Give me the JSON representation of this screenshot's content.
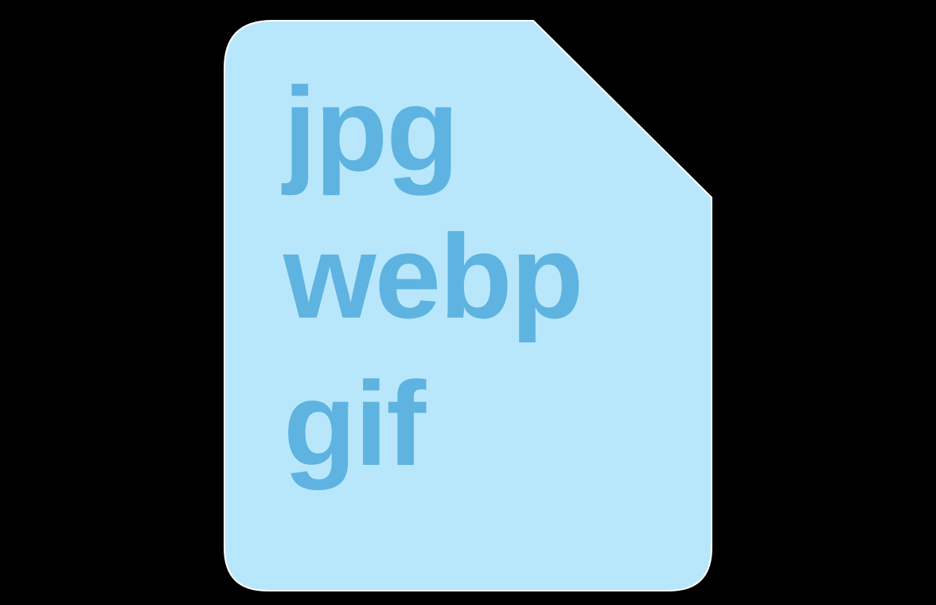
{
  "colors": {
    "background": "#000000",
    "document_fill": "#B8E7FC",
    "document_outline": "#FFFFFF",
    "text": "#5EB3E0"
  },
  "icon": "file-document-icon",
  "formats": [
    "jpg",
    "webp",
    "gif"
  ]
}
